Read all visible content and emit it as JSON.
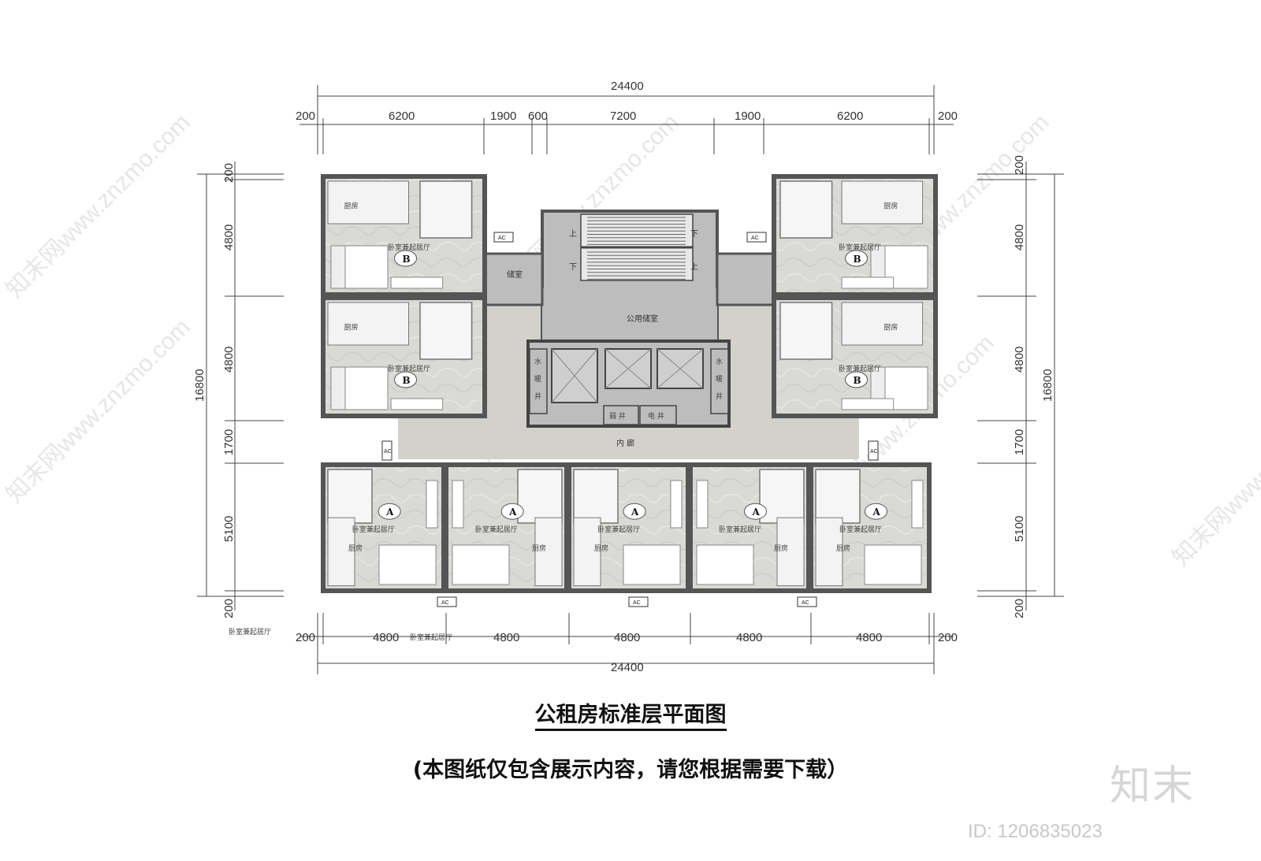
{
  "drawing": {
    "title": "公租房标准层平面图",
    "subtitle": "(本图纸仅包含展示内容，请您根据需要下载）",
    "brand": "知末",
    "id_label": "ID: 1206835023",
    "watermark": "知末网www.znzmo.com"
  },
  "dimensions": {
    "top_total": "24400",
    "bottom_total": "24400",
    "top_segments": [
      "200",
      "6200",
      "1900",
      "600",
      "7200",
      "1900",
      "6200",
      "200"
    ],
    "bottom_segments": [
      "200",
      "4800",
      "4800",
      "4800",
      "4800",
      "4800",
      "200"
    ],
    "left_segments": [
      "200",
      "4800",
      "4800",
      "1700",
      "5100",
      "200"
    ],
    "right_segments": [
      "200",
      "4800",
      "4800",
      "1700",
      "5100",
      "200"
    ],
    "left_total": "16800",
    "right_total": "16800"
  },
  "rooms": {
    "kitchen": "厨房",
    "bedroom_living": "卧室兼起居厅",
    "unit_a": "A",
    "unit_b": "B",
    "storage": "储室",
    "shared_storage": "公用储室",
    "corridor": "内  廊",
    "water_left": [
      "水",
      "暖",
      "井"
    ],
    "water_right": [
      "水",
      "暖",
      "井"
    ],
    "weak_shaft": "弱  井",
    "power_shaft": "电  井",
    "stair_up": "上",
    "stair_down": "下",
    "ac": "AC"
  },
  "notes": {
    "left_note": "卧室兼起居厅",
    "bottom_note": "卧室兼起居厅"
  }
}
